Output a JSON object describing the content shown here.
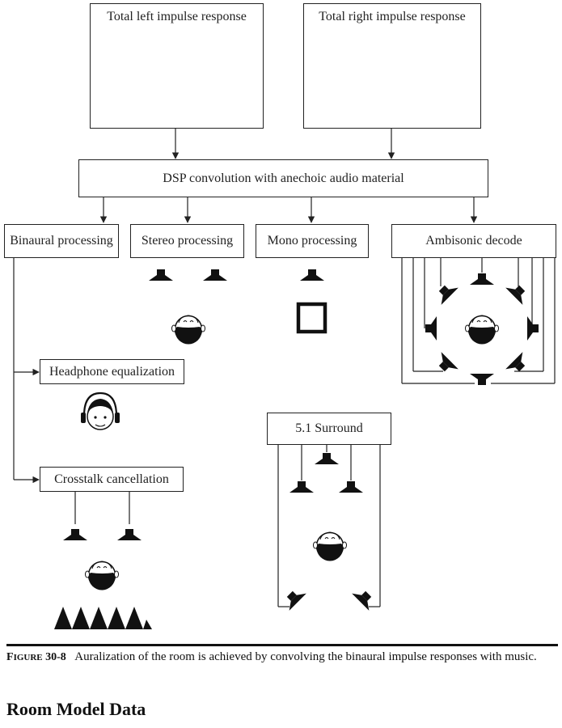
{
  "boxes": {
    "left_ir": "Total left impulse response",
    "right_ir": "Total right impulse response",
    "dsp": "DSP convolution with anechoic audio material",
    "binaural": "Binaural processing",
    "stereo": "Stereo processing",
    "mono": "Mono processing",
    "ambisonic": "Ambisonic decode",
    "headphone_eq": "Headphone equalization",
    "crosstalk": "Crosstalk cancellation",
    "surround": "5.1 Surround"
  },
  "caption": {
    "figure_label_first": "F",
    "figure_label_rest": "IGURE",
    "figure_number": "30-8",
    "text": "Auralization of the room is achieved by convolving the binaural impulse responses with music."
  },
  "section_heading": "Room Model Data",
  "icons": [
    "impulse-waveform-icon",
    "speaker-icon",
    "head-icon",
    "headphone-head-icon",
    "mono-speaker-square-icon",
    "absorber-wedge-icon"
  ]
}
